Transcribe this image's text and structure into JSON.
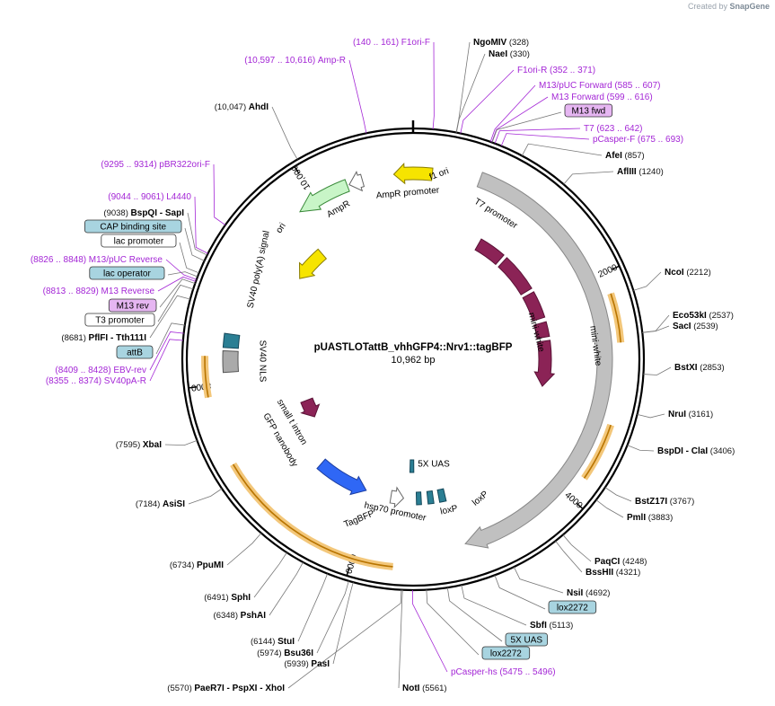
{
  "credit": {
    "prefix": "Created by",
    "brand": "SnapGene"
  },
  "plasmid": {
    "name": "pUASTLOTattB_vhhGFP4::Nrv1::tagBFP",
    "length_label": "10,962 bp",
    "total_bp": 10962
  },
  "ticks": [
    {
      "bp": 0,
      "label": ""
    },
    {
      "bp": 2000,
      "label": "2000"
    },
    {
      "bp": 4000,
      "label": "4000"
    },
    {
      "bp": 6000,
      "label": "6000"
    },
    {
      "bp": 8000,
      "label": "8000"
    },
    {
      "bp": 10000,
      "label": "10,000"
    }
  ],
  "labels": [
    {
      "id": "ngomiv",
      "type": "enzyme",
      "name": "NgoMIV",
      "pos": "(328)",
      "bp": 328
    },
    {
      "id": "naei",
      "type": "enzyme",
      "name": "NaeI",
      "pos": "(330)",
      "bp": 330
    },
    {
      "id": "f1ori-r",
      "type": "primer",
      "name": "F1ori-R",
      "pos": "(352 .. 371)",
      "bp": 361
    },
    {
      "id": "m13puc-fwd",
      "type": "primer",
      "name": "M13/pUC Forward",
      "pos": "(585 .. 607)",
      "bp": 596
    },
    {
      "id": "m13-fwd",
      "type": "primer",
      "name": "M13 Forward",
      "pos": "(599 .. 616)",
      "bp": 607
    },
    {
      "id": "m13fwd-box",
      "type": "boxp",
      "name": "M13 fwd",
      "pos": "",
      "bp": 610
    },
    {
      "id": "t7",
      "type": "primer",
      "name": "T7",
      "pos": "(623 .. 642)",
      "bp": 632
    },
    {
      "id": "pcasper-f",
      "type": "primer",
      "name": "pCasper-F",
      "pos": "(675 .. 693)",
      "bp": 684
    },
    {
      "id": "afei",
      "type": "enzyme",
      "name": "AfeI",
      "pos": "(857)",
      "bp": 857
    },
    {
      "id": "aflIII",
      "type": "enzyme",
      "name": "AflIII",
      "pos": "(1240)",
      "bp": 1240
    },
    {
      "id": "ncoi",
      "type": "enzyme",
      "name": "NcoI",
      "pos": "(2212)",
      "bp": 2212
    },
    {
      "id": "eco53ki",
      "type": "enzyme",
      "name": "Eco53kI",
      "pos": "(2537)",
      "bp": 2537
    },
    {
      "id": "saci",
      "type": "enzyme",
      "name": "SacI",
      "pos": "(2539)",
      "bp": 2539
    },
    {
      "id": "bstxi",
      "type": "enzyme",
      "name": "BstXI",
      "pos": "(2853)",
      "bp": 2853
    },
    {
      "id": "nrui",
      "type": "enzyme",
      "name": "NruI",
      "pos": "(3161)",
      "bp": 3161
    },
    {
      "id": "bspdi",
      "type": "enzyme",
      "name": "BspDI",
      "name2": "ClaI",
      "pos": "(3406)",
      "bp": 3406
    },
    {
      "id": "bstz17i",
      "type": "enzyme",
      "name": "BstZ17I",
      "pos": "(3767)",
      "bp": 3767
    },
    {
      "id": "pmli",
      "type": "enzyme",
      "name": "PmlI",
      "pos": "(3883)",
      "bp": 3883
    },
    {
      "id": "paqci",
      "type": "enzyme",
      "name": "PaqCI",
      "pos": "(4248)",
      "bp": 4248
    },
    {
      "id": "bsshii",
      "type": "enzyme",
      "name": "BssHII",
      "pos": "(4321)",
      "bp": 4321
    },
    {
      "id": "nsii",
      "type": "enzyme",
      "name": "NsiI",
      "pos": "(4692)",
      "bp": 4692
    },
    {
      "id": "lox2272-a",
      "type": "boxf",
      "name": "lox2272",
      "pos": "",
      "bp": 4850
    },
    {
      "id": "sbfi",
      "type": "enzyme",
      "name": "SbfI",
      "pos": "(5113)",
      "bp": 5113
    },
    {
      "id": "5xuas-box",
      "type": "boxf",
      "name": "5X UAS",
      "pos": "",
      "bp": 5220
    },
    {
      "id": "lox2272-b",
      "type": "boxf",
      "name": "lox2272",
      "pos": "",
      "bp": 5380
    },
    {
      "id": "pcasper-hs",
      "type": "primer",
      "name": "pCasper-hs",
      "pos": "(5475 .. 5496)",
      "bp": 5485
    },
    {
      "id": "noti",
      "type": "enzyme",
      "name": "NotI",
      "pos": "(5561)",
      "bp": 5561
    },
    {
      "id": "paer7i",
      "type": "enzyme",
      "name": "PaeR7I",
      "name2": "PspXI",
      "name3": "XhoI",
      "pos": "(5570)",
      "bp": 5570
    },
    {
      "id": "pasi",
      "type": "enzyme",
      "name": "PasI",
      "pos": "(5939)",
      "bp": 5939
    },
    {
      "id": "bsu36i",
      "type": "enzyme",
      "name": "Bsu36I",
      "pos": "(5974)",
      "bp": 5974
    },
    {
      "id": "stui",
      "type": "enzyme",
      "name": "StuI",
      "pos": "(6144)",
      "bp": 6144
    },
    {
      "id": "pshai",
      "type": "enzyme",
      "name": "PshAI",
      "pos": "(6348)",
      "bp": 6348
    },
    {
      "id": "sphi",
      "type": "enzyme",
      "name": "SphI",
      "pos": "(6491)",
      "bp": 6491
    },
    {
      "id": "ppumi",
      "type": "enzyme",
      "name": "PpuMI",
      "pos": "(6734)",
      "bp": 6734
    },
    {
      "id": "asisi",
      "type": "enzyme",
      "name": "AsiSI",
      "pos": "(7184)",
      "bp": 7184
    },
    {
      "id": "xbai",
      "type": "enzyme",
      "name": "XbaI",
      "pos": "(7595)",
      "bp": 7595
    },
    {
      "id": "sv40pa-r",
      "type": "primer",
      "name": "SV40pA-R",
      "pos": "(8355 .. 8374)",
      "bp": 8364
    },
    {
      "id": "ebv-rev",
      "type": "primer",
      "name": "EBV-rev",
      "pos": "(8409 .. 8428)",
      "bp": 8418
    },
    {
      "id": "attb",
      "type": "boxf",
      "name": "attB",
      "pos": "",
      "bp": 8480
    },
    {
      "id": "pflfi",
      "type": "enzyme",
      "name": "PflFI",
      "name2": "Tth111I",
      "pos": "(8681)",
      "bp": 8681
    },
    {
      "id": "t3prom",
      "type": "boxw",
      "name": "T3 promoter",
      "pos": "",
      "bp": 8760
    },
    {
      "id": "m13rev-box",
      "type": "boxp",
      "name": "M13 rev",
      "pos": "",
      "bp": 8805
    },
    {
      "id": "m13-rev",
      "type": "primer",
      "name": "M13 Reverse",
      "pos": "(8813 .. 8829)",
      "bp": 8821
    },
    {
      "id": "m13puc-rev",
      "type": "primer",
      "name": "M13/pUC Reverse",
      "pos": "(8826 .. 8848)",
      "bp": 8837
    },
    {
      "id": "lacop",
      "type": "boxf",
      "name": "lac operator",
      "pos": "",
      "bp": 8860
    },
    {
      "id": "lacprom",
      "type": "boxw",
      "name": "lac promoter",
      "pos": "",
      "bp": 8890
    },
    {
      "id": "capsite",
      "type": "boxf",
      "name": "CAP binding site",
      "pos": "",
      "bp": 8990
    },
    {
      "id": "bspqi",
      "type": "enzyme",
      "name": "BspQI",
      "name2": "SapI",
      "pos": "(9038)",
      "bp": 9038
    },
    {
      "id": "l4440",
      "type": "primer",
      "name": "L4440",
      "pos": "(9044 .. 9061)",
      "bp": 9052
    },
    {
      "id": "pbr322ori-f",
      "type": "primer",
      "name": "pBR322ori-F",
      "pos": "(9295 .. 9314)",
      "bp": 9304
    },
    {
      "id": "ahdi",
      "type": "enzyme",
      "name": "AhdI",
      "pos": "(10,047)",
      "bp": 10047
    },
    {
      "id": "amp-r",
      "type": "primer",
      "name": "Amp-R",
      "pos": "(10,597 .. 10,616)",
      "bp": 10606
    },
    {
      "id": "f1ori-f",
      "type": "primer",
      "name": "F1ori-F",
      "pos": "(140 .. 161)",
      "bp": 150
    }
  ],
  "features": {
    "f1_ori": "f1 ori",
    "t7_promoter": "T7 promoter",
    "mini_white": "mini-white",
    "mini_white_outer": "mini-white",
    "five_x_uas": "5X UAS",
    "loxp_1": "loxP",
    "loxp_2": "loxP",
    "hsp70": "hsp70 promoter",
    "tagbfp": "TagBFP",
    "gfp_nanobody": "GFP nanobody",
    "small_t_intron": "small t intron",
    "sv40_nls": "SV40 NLS",
    "sv40_polya": "SV40 poly(A) signal",
    "ori": "ori",
    "ampr": "AmpR",
    "ampr_promoter": "AmpR promoter"
  },
  "colors": {
    "primer": "#a427d6",
    "box_blue": "#a8d4e0",
    "box_purple": "#e6b6f2",
    "ori_yellow": "#f6e400",
    "ampr_green": "#c8f5c7",
    "minwhite_maroon": "#8b2356",
    "promoter_gray": "#c0c0c0",
    "tagbfp_blue": "#2f67f5",
    "uas_teal": "#2b7f94"
  }
}
